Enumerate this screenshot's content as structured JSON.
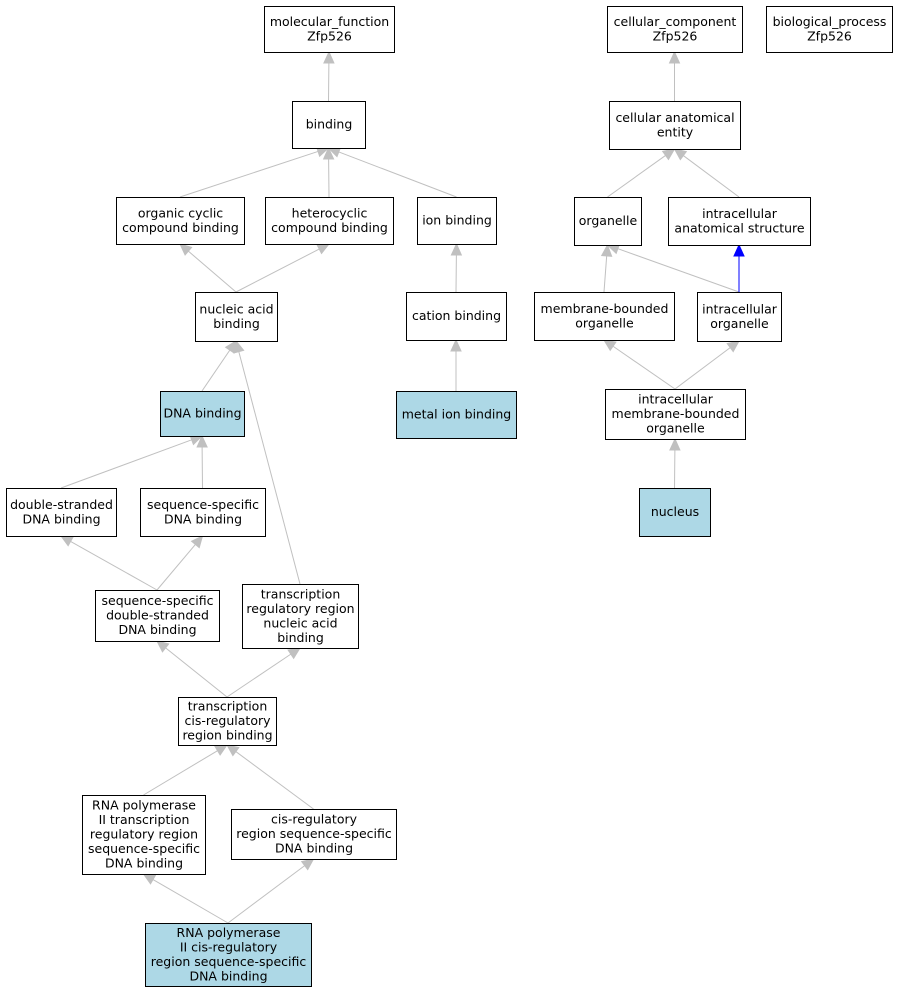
{
  "diagram": {
    "colors": {
      "highlight": "#add8e6",
      "edge": "#c0c0c0",
      "edge_highlight": "#0000ff",
      "border": "#000000"
    },
    "nodes": [
      {
        "id": "molecular_function",
        "lines": [
          "molecular_function",
          "Zfp526"
        ],
        "highlighted": false
      },
      {
        "id": "binding",
        "lines": [
          "binding"
        ],
        "highlighted": false
      },
      {
        "id": "organic_cyclic",
        "lines": [
          "organic cyclic",
          "compound binding"
        ],
        "highlighted": false
      },
      {
        "id": "heterocyclic",
        "lines": [
          "heterocyclic",
          "compound binding"
        ],
        "highlighted": false
      },
      {
        "id": "ion_binding",
        "lines": [
          "ion binding"
        ],
        "highlighted": false
      },
      {
        "id": "nucleic_acid",
        "lines": [
          "nucleic acid",
          "binding"
        ],
        "highlighted": false
      },
      {
        "id": "cation_binding",
        "lines": [
          "cation binding"
        ],
        "highlighted": false
      },
      {
        "id": "dna_binding",
        "lines": [
          "DNA binding"
        ],
        "highlighted": true
      },
      {
        "id": "metal_ion",
        "lines": [
          "metal ion binding"
        ],
        "highlighted": true
      },
      {
        "id": "ds_dna",
        "lines": [
          "double-stranded",
          "DNA binding"
        ],
        "highlighted": false
      },
      {
        "id": "ss_dna",
        "lines": [
          "sequence-specific",
          "DNA binding"
        ],
        "highlighted": false
      },
      {
        "id": "ssds_dna",
        "lines": [
          "sequence-specific",
          "double-stranded",
          "DNA binding"
        ],
        "highlighted": false
      },
      {
        "id": "trr_nucleic",
        "lines": [
          "transcription",
          "regulatory region",
          "nucleic acid",
          "binding"
        ],
        "highlighted": false
      },
      {
        "id": "tcis",
        "lines": [
          "transcription",
          "cis-regulatory",
          "region binding"
        ],
        "highlighted": false
      },
      {
        "id": "rnap2_trr",
        "lines": [
          "RNA polymerase",
          "II transcription",
          "regulatory region",
          "sequence-specific",
          "DNA binding"
        ],
        "highlighted": false
      },
      {
        "id": "cis_ss",
        "lines": [
          "cis-regulatory",
          "region sequence-specific",
          "DNA binding"
        ],
        "highlighted": false
      },
      {
        "id": "rnap2_cis",
        "lines": [
          "RNA polymerase",
          "II cis-regulatory",
          "region sequence-specific",
          "DNA binding"
        ],
        "highlighted": true
      },
      {
        "id": "cellular_component",
        "lines": [
          "cellular_component",
          "Zfp526"
        ],
        "highlighted": false
      },
      {
        "id": "biological_process",
        "lines": [
          "biological_process",
          "Zfp526"
        ],
        "highlighted": false
      },
      {
        "id": "cae",
        "lines": [
          "cellular anatomical",
          "entity"
        ],
        "highlighted": false
      },
      {
        "id": "organelle",
        "lines": [
          "organelle"
        ],
        "highlighted": false
      },
      {
        "id": "ias",
        "lines": [
          "intracellular",
          "anatomical structure"
        ],
        "highlighted": false
      },
      {
        "id": "mbo",
        "lines": [
          "membrane-bounded",
          "organelle"
        ],
        "highlighted": false
      },
      {
        "id": "io",
        "lines": [
          "intracellular",
          "organelle"
        ],
        "highlighted": false
      },
      {
        "id": "imbo",
        "lines": [
          "intracellular",
          "membrane-bounded",
          "organelle"
        ],
        "highlighted": false
      },
      {
        "id": "nucleus",
        "lines": [
          "nucleus"
        ],
        "highlighted": true
      }
    ],
    "edges": [
      {
        "from": "binding",
        "to": "molecular_function",
        "highlighted": false
      },
      {
        "from": "organic_cyclic",
        "to": "binding",
        "highlighted": false
      },
      {
        "from": "heterocyclic",
        "to": "binding",
        "highlighted": false
      },
      {
        "from": "ion_binding",
        "to": "binding",
        "highlighted": false
      },
      {
        "from": "nucleic_acid",
        "to": "organic_cyclic",
        "highlighted": false
      },
      {
        "from": "nucleic_acid",
        "to": "heterocyclic",
        "highlighted": false
      },
      {
        "from": "cation_binding",
        "to": "ion_binding",
        "highlighted": false
      },
      {
        "from": "dna_binding",
        "to": "nucleic_acid",
        "highlighted": false
      },
      {
        "from": "metal_ion",
        "to": "cation_binding",
        "highlighted": false
      },
      {
        "from": "ds_dna",
        "to": "dna_binding",
        "highlighted": false
      },
      {
        "from": "ss_dna",
        "to": "dna_binding",
        "highlighted": false
      },
      {
        "from": "ssds_dna",
        "to": "ds_dna",
        "highlighted": false
      },
      {
        "from": "ssds_dna",
        "to": "ss_dna",
        "highlighted": false
      },
      {
        "from": "trr_nucleic",
        "to": "nucleic_acid",
        "highlighted": false
      },
      {
        "from": "tcis",
        "to": "ssds_dna",
        "highlighted": false
      },
      {
        "from": "tcis",
        "to": "trr_nucleic",
        "highlighted": false
      },
      {
        "from": "rnap2_trr",
        "to": "tcis",
        "highlighted": false
      },
      {
        "from": "cis_ss",
        "to": "tcis",
        "highlighted": false
      },
      {
        "from": "rnap2_cis",
        "to": "rnap2_trr",
        "highlighted": false
      },
      {
        "from": "rnap2_cis",
        "to": "cis_ss",
        "highlighted": false
      },
      {
        "from": "cae",
        "to": "cellular_component",
        "highlighted": false
      },
      {
        "from": "organelle",
        "to": "cae",
        "highlighted": false
      },
      {
        "from": "ias",
        "to": "cae",
        "highlighted": false
      },
      {
        "from": "mbo",
        "to": "organelle",
        "highlighted": false
      },
      {
        "from": "io",
        "to": "organelle",
        "highlighted": false
      },
      {
        "from": "io",
        "to": "ias",
        "highlighted": true
      },
      {
        "from": "imbo",
        "to": "mbo",
        "highlighted": false
      },
      {
        "from": "imbo",
        "to": "io",
        "highlighted": false
      },
      {
        "from": "nucleus",
        "to": "imbo",
        "highlighted": false
      }
    ]
  }
}
